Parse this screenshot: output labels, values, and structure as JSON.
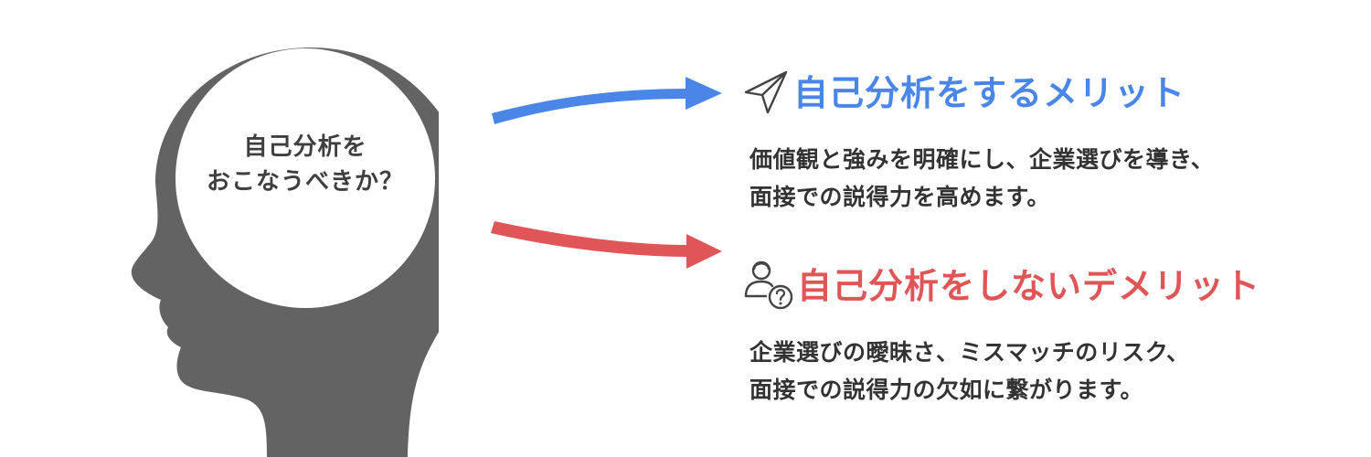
{
  "head": {
    "question_line1": "自己分析を",
    "question_line2": "おこなうべきか？",
    "silhouette_color": "#636363",
    "brain_color": "#ffffff"
  },
  "merit": {
    "icon": "paper-plane-icon",
    "title": "自己分析をするメリット",
    "color": "#4a86e8",
    "body_line1": "価値観と強みを明確にし、企業選びを導き、",
    "body_line2": "面接での説得力を高めます。"
  },
  "demerit": {
    "icon": "person-question-icon",
    "title": "自己分析をしないデメリット",
    "color": "#e05555",
    "body_line1": "企業選びの曖昧さ、ミスマッチのリスク、",
    "body_line2": "面接での説得力の欠如に繋がります。"
  },
  "text_color": "#333333"
}
